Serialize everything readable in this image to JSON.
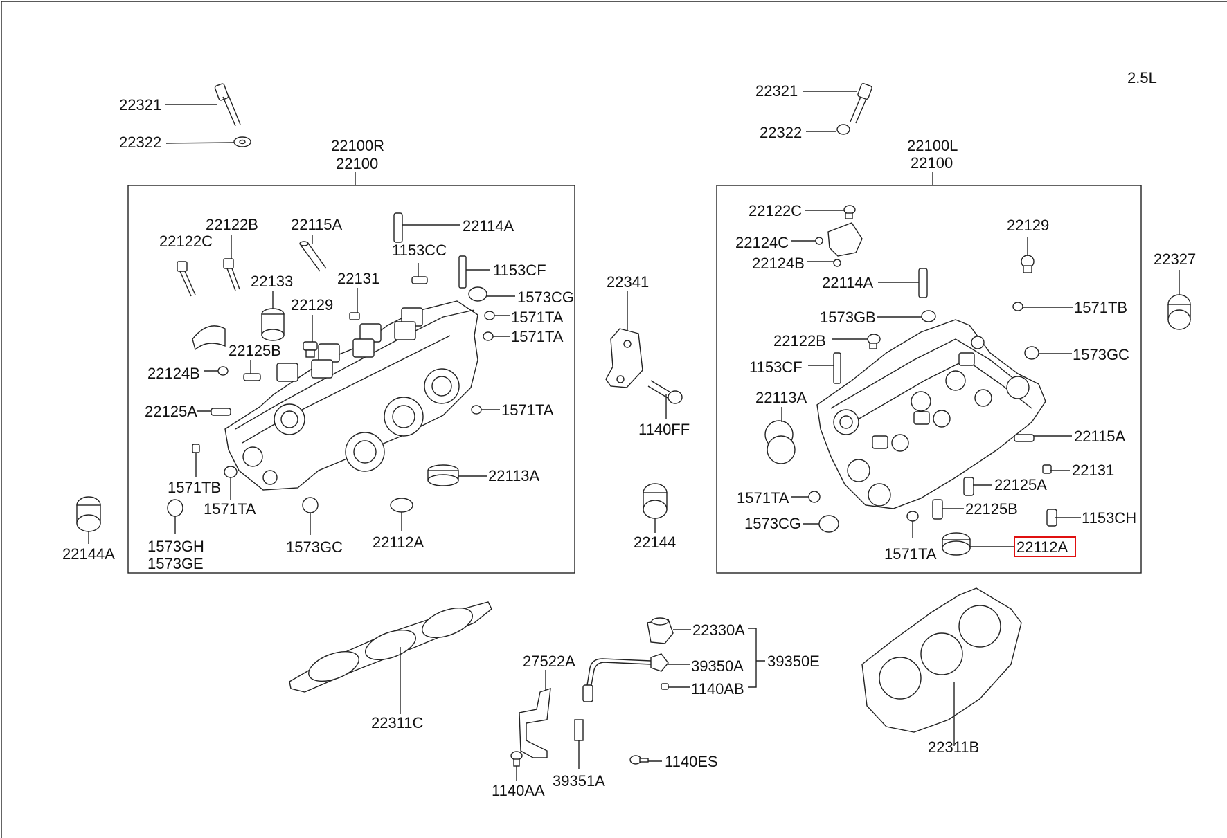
{
  "variant": "2.5L",
  "groups": {
    "right_head": {
      "labels": [
        "22100R",
        "22100"
      ]
    },
    "left_head": {
      "labels": [
        "22100L",
        "22100"
      ]
    }
  },
  "highlight": {
    "part": "22112A",
    "color": "#e01010"
  },
  "callouts": [
    "22321",
    "22322",
    "22321",
    "22322",
    "22122B",
    "22115A",
    "22114A",
    "22122C",
    "1153CC",
    "1153CF",
    "22133",
    "22131",
    "1573CG",
    "22129",
    "1571TA",
    "1571TA",
    "22125B",
    "22124B",
    "22125A",
    "1571TA",
    "22113A",
    "1571TB",
    "1571TA",
    "22112A",
    "1573GC",
    "1573GH",
    "1573GE",
    "22144A",
    "22341",
    "1140FF",
    "22144",
    "22122C",
    "22129",
    "22124C",
    "22124B",
    "22114A",
    "1571TB",
    "1573GB",
    "22122B",
    "1573GC",
    "1153CF",
    "22113A",
    "22115A",
    "22131",
    "22125A",
    "1571TA",
    "22125B",
    "1573CG",
    "1153CH",
    "22112A",
    "1571TA",
    "22327",
    "22330A",
    "39350A",
    "39350E",
    "1140AB",
    "27522A",
    "22311C",
    "22311B",
    "1140ES",
    "39351A",
    "1140AA"
  ]
}
